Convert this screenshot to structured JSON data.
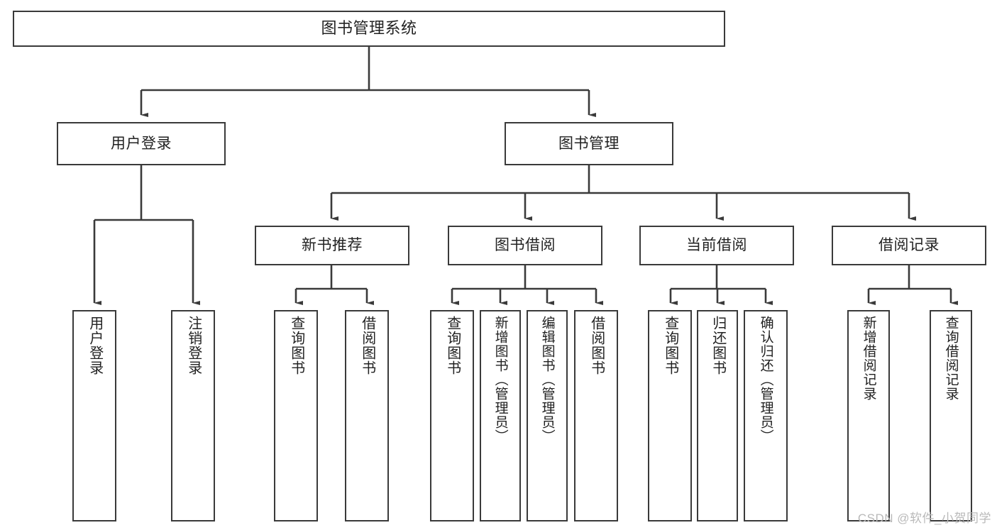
{
  "diagram": {
    "type": "tree",
    "title": "图书管理系统",
    "orientation": "top-down",
    "colors": {
      "background": "#ffffff",
      "line": "#3a3a3a",
      "box_fill": "#ffffff",
      "text": "#222222",
      "watermark": "#b9b9b9"
    },
    "root": {
      "label": "图书管理系统"
    },
    "level2": {
      "user_login": {
        "label": "用户登录"
      },
      "book_management": {
        "label": "图书管理"
      }
    },
    "level3": {
      "new_book_recommend": {
        "label": "新书推荐"
      },
      "book_borrow": {
        "label": "图书借阅"
      },
      "current_borrow": {
        "label": "当前借阅"
      },
      "borrow_record": {
        "label": "借阅记录"
      }
    },
    "leaves": {
      "user_login": [
        {
          "label": "用户登录"
        },
        {
          "label": "注销登录"
        }
      ],
      "new_book_recommend": [
        {
          "label": "查询图书"
        },
        {
          "label": "借阅图书"
        }
      ],
      "book_borrow": [
        {
          "label": "查询图书"
        },
        {
          "label": "新增图书（管理员）"
        },
        {
          "label": "编辑图书（管理员）"
        },
        {
          "label": "借阅图书"
        }
      ],
      "current_borrow": [
        {
          "label": "查询图书"
        },
        {
          "label": "归还图书"
        },
        {
          "label": "确认归还（管理员）"
        }
      ],
      "borrow_record": [
        {
          "label": "新增借阅记录"
        },
        {
          "label": "查询借阅记录"
        }
      ]
    }
  },
  "watermark": {
    "text": "CSDN @软件_小贺同学"
  }
}
